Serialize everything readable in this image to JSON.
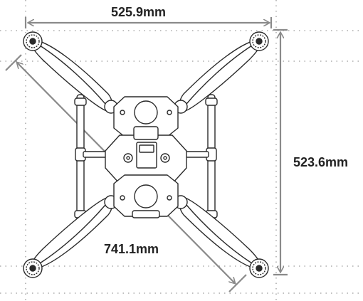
{
  "dimensions": {
    "width": "525.9mm",
    "height": "523.6mm",
    "diagonal": "741.1mm"
  },
  "colors": {
    "line": "#2a2a2a",
    "dim_arrow": "#8a8a8a",
    "guide": "#9a9a9a",
    "label": "#222222",
    "background": "#ffffff"
  }
}
